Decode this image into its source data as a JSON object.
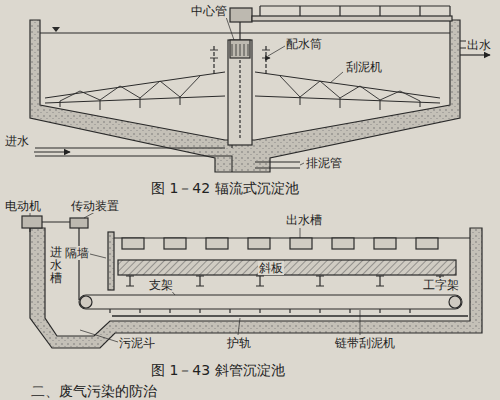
{
  "diagram": {
    "labels": [
      "中心管",
      "配水筒",
      "刮泥机",
      "出水",
      "进水",
      "排泥管",
      "图 1－42 辐流式沉淀池",
      "电动机",
      "传动装置",
      "出水槽",
      "隔墙",
      "进水槽",
      "斜板",
      "支架",
      "工字架",
      "污泥斗",
      "护轨",
      "链带刮泥机",
      "图 1－43 斜管沉淀池",
      "二、废气污染的防治"
    ]
  }
}
